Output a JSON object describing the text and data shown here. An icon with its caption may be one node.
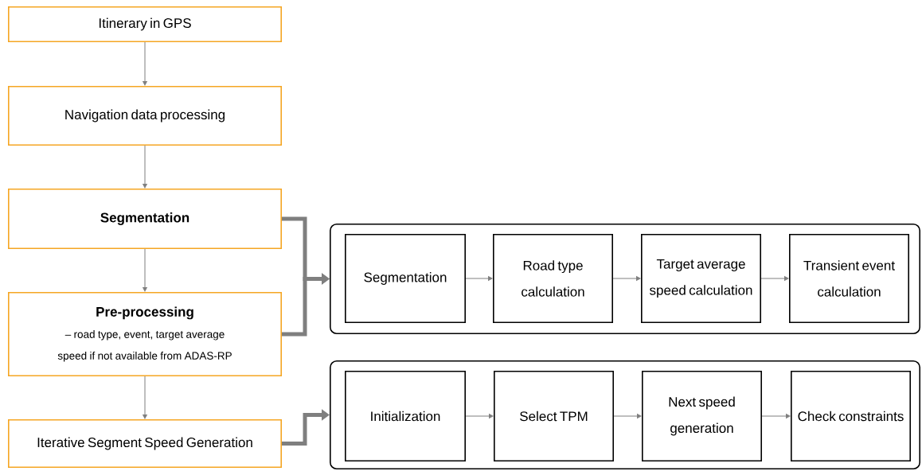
{
  "diagram": {
    "nodes": [
      {
        "text": [
          "Itinerary in GPS"
        ]
      },
      {
        "text": [
          "Navigation data processing"
        ]
      },
      {
        "text": [
          "Segmentation"
        ]
      },
      {
        "text": [
          "Pre-processing",
          "– road type, event, target average speed if not available from ADAS-RP"
        ]
      },
      {
        "text": [
          "Iterative Segment Speed Generation"
        ]
      },
      {
        "text": [],
        "shape": "box"
      },
      {
        "text": [
          "Segmentation"
        ],
        "in": 5
      },
      {
        "text": [
          "Road type calculation"
        ],
        "in": 5
      },
      {
        "text": [
          "Target average speed calculation"
        ],
        "in": 5
      },
      {
        "text": [
          "Transient event calculation"
        ],
        "in": 5
      },
      {
        "text": [],
        "shape": "box"
      },
      {
        "text": [
          "Initialization"
        ],
        "in": 10
      },
      {
        "text": [
          "Select TPM"
        ],
        "in": 10
      },
      {
        "text": [
          "Next speed generation"
        ],
        "in": 10
      },
      {
        "text": [
          "Check constraints"
        ],
        "in": 10
      }
    ],
    "edges": [
      {
        "from": 0,
        "to": 1,
        "arrow": "to"
      },
      {
        "from": 1,
        "to": 2,
        "arrow": "to"
      },
      {
        "from": 2,
        "to": 3,
        "arrow": "to"
      },
      {
        "from": 3,
        "to": 4,
        "arrow": "to"
      },
      {
        "from": 2,
        "to": 5,
        "arrow": "to",
        "style": "thick"
      },
      {
        "from": 3,
        "to": 5,
        "arrow": "to",
        "style": "thick"
      },
      {
        "from": 4,
        "to": 10,
        "arrow": "to",
        "style": "thick"
      },
      {
        "from": 6,
        "to": 7,
        "arrow": "to"
      },
      {
        "from": 7,
        "to": 8,
        "arrow": "to"
      },
      {
        "from": 8,
        "to": 9,
        "arrow": "to"
      },
      {
        "from": 11,
        "to": 12,
        "arrow": "to"
      },
      {
        "from": 12,
        "to": 13,
        "arrow": "to"
      },
      {
        "from": 13,
        "to": 14,
        "arrow": "to"
      }
    ]
  }
}
